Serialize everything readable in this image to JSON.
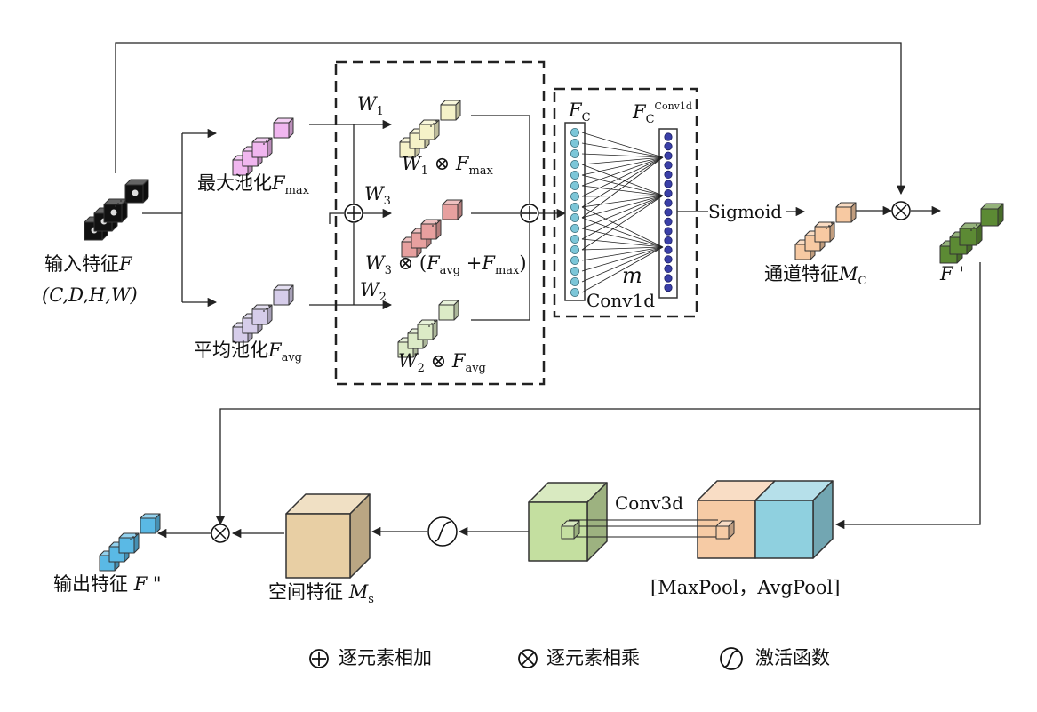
{
  "diagram": {
    "input": {
      "label": "输入特征",
      "var": "F",
      "dims": "(C,D,H,W)"
    },
    "max_pool": {
      "label": "最大池化",
      "var": "F",
      "sub": "max"
    },
    "avg_pool": {
      "label": "平均池化",
      "var": "F",
      "sub": "avg"
    },
    "w1": {
      "var": "W",
      "sub": "1"
    },
    "w2": {
      "var": "W",
      "sub": "2"
    },
    "w3": {
      "var": "W",
      "sub": "3"
    },
    "w1_fmax": {
      "w": "W",
      "wsub": "1",
      "op": "⊗",
      "f": "F",
      "fsub": "max"
    },
    "w2_favg": {
      "w": "W",
      "wsub": "2",
      "op": "⊗",
      "f": "F",
      "fsub": "avg"
    },
    "w3_sum": {
      "w": "W",
      "wsub": "3",
      "op": "⊗",
      "lparen": "(",
      "f1": "F",
      "f1sub": "avg",
      "plus": "+",
      "f2": "F",
      "f2sub": "max",
      "rparen": ")"
    },
    "fc": {
      "var": "F",
      "sub": "C"
    },
    "fc_conv": {
      "var": "F",
      "sub": "C",
      "sup": "Conv1d"
    },
    "m": "m",
    "conv1d": "Conv1d",
    "sigmoid": "Sigmoid",
    "channel_feature": {
      "label": "通道特征",
      "var": "M",
      "sub": "C"
    },
    "f_prime": "F '",
    "conv3d": "Conv3d",
    "pool_concat": "[MaxPool，AvgPool]",
    "spatial_feature": {
      "label": "空间特征",
      "var": "M",
      "sub": "s"
    },
    "output": {
      "label": "输出特征",
      "var": "F \""
    },
    "legend": [
      {
        "symbol": "⊕",
        "label": "逐元素相加",
        "icon": "circle-plus-icon"
      },
      {
        "symbol": "⊗",
        "label": "逐元素相乘",
        "icon": "circle-times-icon"
      },
      {
        "symbol": "∫",
        "label": "激活函数",
        "icon": "activation-icon"
      }
    ],
    "colors": {
      "max": "#f0b6ef",
      "avg": "#d6cdea",
      "w1": "#f5f2c8",
      "w3": "#e7a09f",
      "w2": "#dcebc6",
      "mc": "#f7c9a2",
      "fprime": "#5c8a34",
      "out": "#5ab9e5",
      "node_left": "#7cc6d8",
      "node_right": "#3a3fa8",
      "cube_green": "#c4dfa0",
      "cube_orange": "#f6cba5",
      "cube_blue": "#8fd0df",
      "cube_tan": "#e8cfa4"
    }
  }
}
